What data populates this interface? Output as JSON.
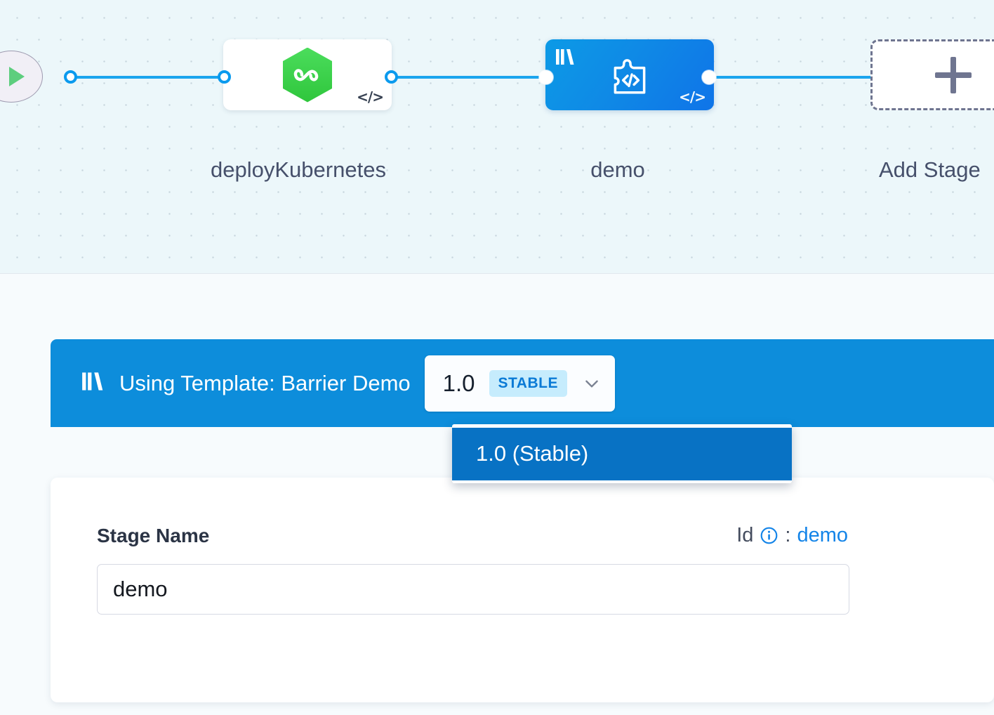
{
  "canvas": {
    "start_node": {
      "icon": "play-icon"
    },
    "nodes": [
      {
        "id": "deployKubernetes",
        "label": "deployKubernetes",
        "icon": "harness-hexagon-infinity-icon",
        "badge": "code-icon",
        "type": "deployment-stage",
        "selected": false
      },
      {
        "id": "demo",
        "label": "demo",
        "icon": "puzzle-code-icon",
        "badge": "code-icon",
        "template_icon": "library-template-icon",
        "type": "custom-stage",
        "selected": true
      }
    ],
    "add_stage": {
      "label": "Add Stage",
      "icon": "plus-icon"
    }
  },
  "template_banner": {
    "icon": "library-template-icon",
    "text": "Using Template: Barrier Demo",
    "version_selector": {
      "value": "1.0",
      "tag": "STABLE",
      "chevron": "chevron-down-icon",
      "expanded": true,
      "options": [
        {
          "label": "1.0 (Stable)",
          "selected": true
        }
      ]
    }
  },
  "form": {
    "stage_name_label": "Stage Name",
    "id_label": "Id",
    "id_info_icon": "info-circle-icon",
    "id_separator": ":",
    "id_value": "demo",
    "stage_name_value": "demo",
    "stage_name_placeholder": "Stage Name"
  },
  "colors": {
    "accent_blue": "#0d8ddb",
    "selected_node_blue": "#0f8ae6",
    "menu_selected": "#0872c4",
    "stable_badge_bg": "#c6ecfd",
    "stable_badge_text": "#0a7ad6",
    "wire": "#1ba5ee",
    "canvas_bg": "#ecf7fa",
    "green_icon": "#2fc63c",
    "link_blue": "#1384e8"
  }
}
